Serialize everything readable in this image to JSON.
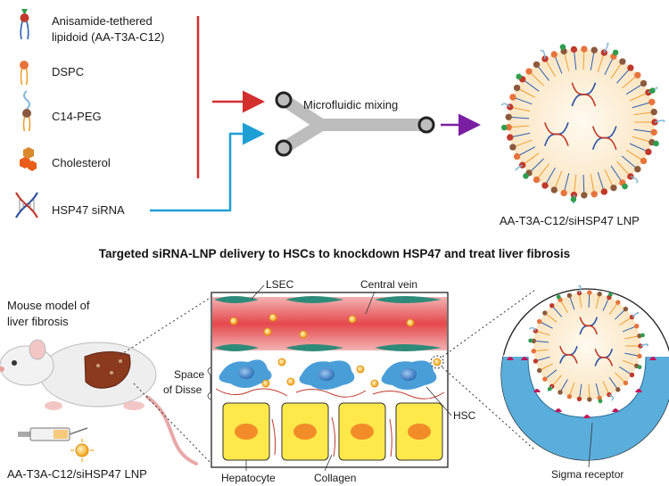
{
  "legend": {
    "lipidoid_line1": "Anisamide-tethered",
    "lipidoid_line2": "lipidoid (AA-T3A-C12)",
    "dspc": "DSPC",
    "peg": "C14-PEG",
    "cholesterol": "Cholesterol",
    "sirna": "HSP47 siRNA"
  },
  "mixing": {
    "label": "Microfluidic mixing"
  },
  "lnp": {
    "caption": "AA-T3A-C12/siHSP47 LNP"
  },
  "section_title": "Targeted siRNA-LNP delivery to HSCs to knockdown HSP47 and treat liver fibrosis",
  "mouse": {
    "title_line1": "Mouse model of",
    "title_line2": "liver fibrosis",
    "injection_caption": "AA-T3A-C12/siHSP47 LNP"
  },
  "liver_panel": {
    "lsec": "LSEC",
    "central_vein": "Central vein",
    "disse_line1": "Space",
    "disse_line2": "of Disse",
    "hsc": "HSC",
    "hepatocyte": "Hepatocyte",
    "collagen": "Collagen"
  },
  "zoom": {
    "receptor": "Sigma receptor"
  },
  "colors": {
    "red_arrow": "#d32f2f",
    "blue_arrow": "#1e9fd4",
    "purple_arrow": "#7b1fa2",
    "vessel": "#e5484d",
    "hepatocyte": "#ffe94a",
    "hsc": "#4a9ed8",
    "lsec": "#2e8b7a",
    "receptor_bowl": "#5aaedc"
  }
}
